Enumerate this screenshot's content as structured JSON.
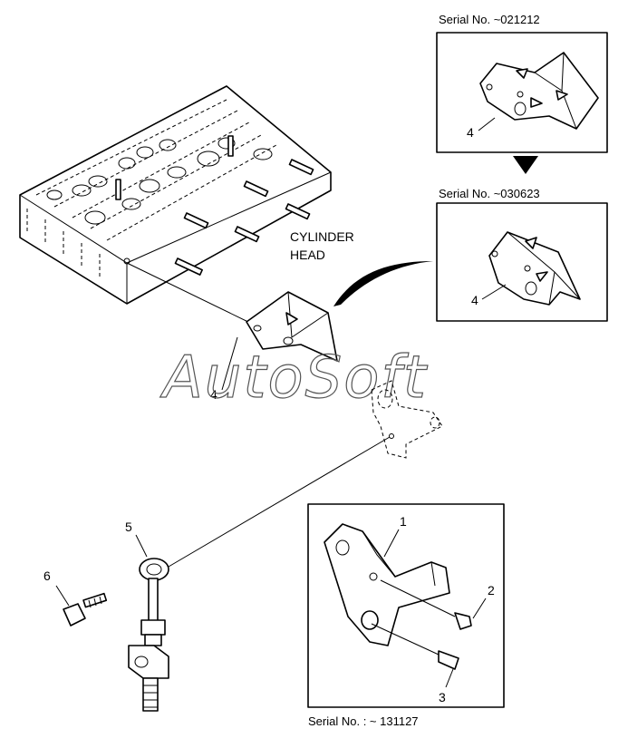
{
  "labels": {
    "cylinder_head_line1": "CYLINDER",
    "cylinder_head_line2": "HEAD",
    "watermark": "AutoSoft"
  },
  "insets": {
    "top": {
      "serial": "Serial No. ~021212",
      "part_number": "4"
    },
    "middle": {
      "serial": "Serial No. ~030623",
      "part_number": "4"
    },
    "bottom": {
      "serial": "Serial No. : ~ 131127"
    }
  },
  "callouts": {
    "main_bracket": "4",
    "bracket_1": "1",
    "bolt_2": "2",
    "bolt_3": "3",
    "rod_5": "5",
    "bolt_6": "6"
  }
}
